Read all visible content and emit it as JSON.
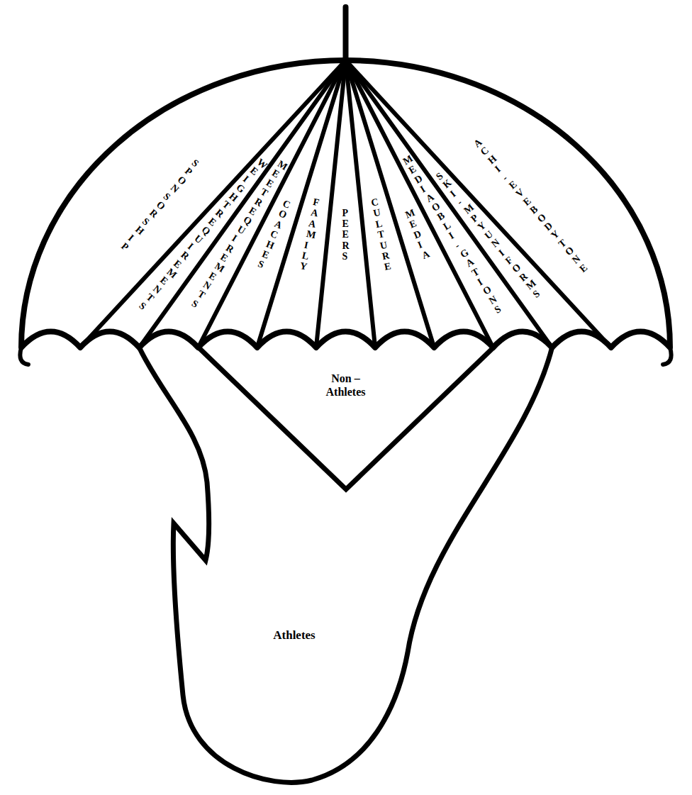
{
  "diagram": {
    "nodes": [
      {
        "text": [
          "Non – Athletes"
        ]
      },
      {
        "text": [
          "Athletes"
        ]
      }
    ],
    "labels": [
      "SPONSORSHIP",
      "WEIGHT REQUIREMENTS",
      "MEET REQUIREMENTS",
      "COACHES",
      "FAAMILY",
      "PEERS",
      "CULTURE",
      "MEDIA",
      "MEDIA OBLI-GATIONS",
      "SKI-MPY UNIFORMS",
      "ACHI-EVE BODY TONE"
    ]
  }
}
